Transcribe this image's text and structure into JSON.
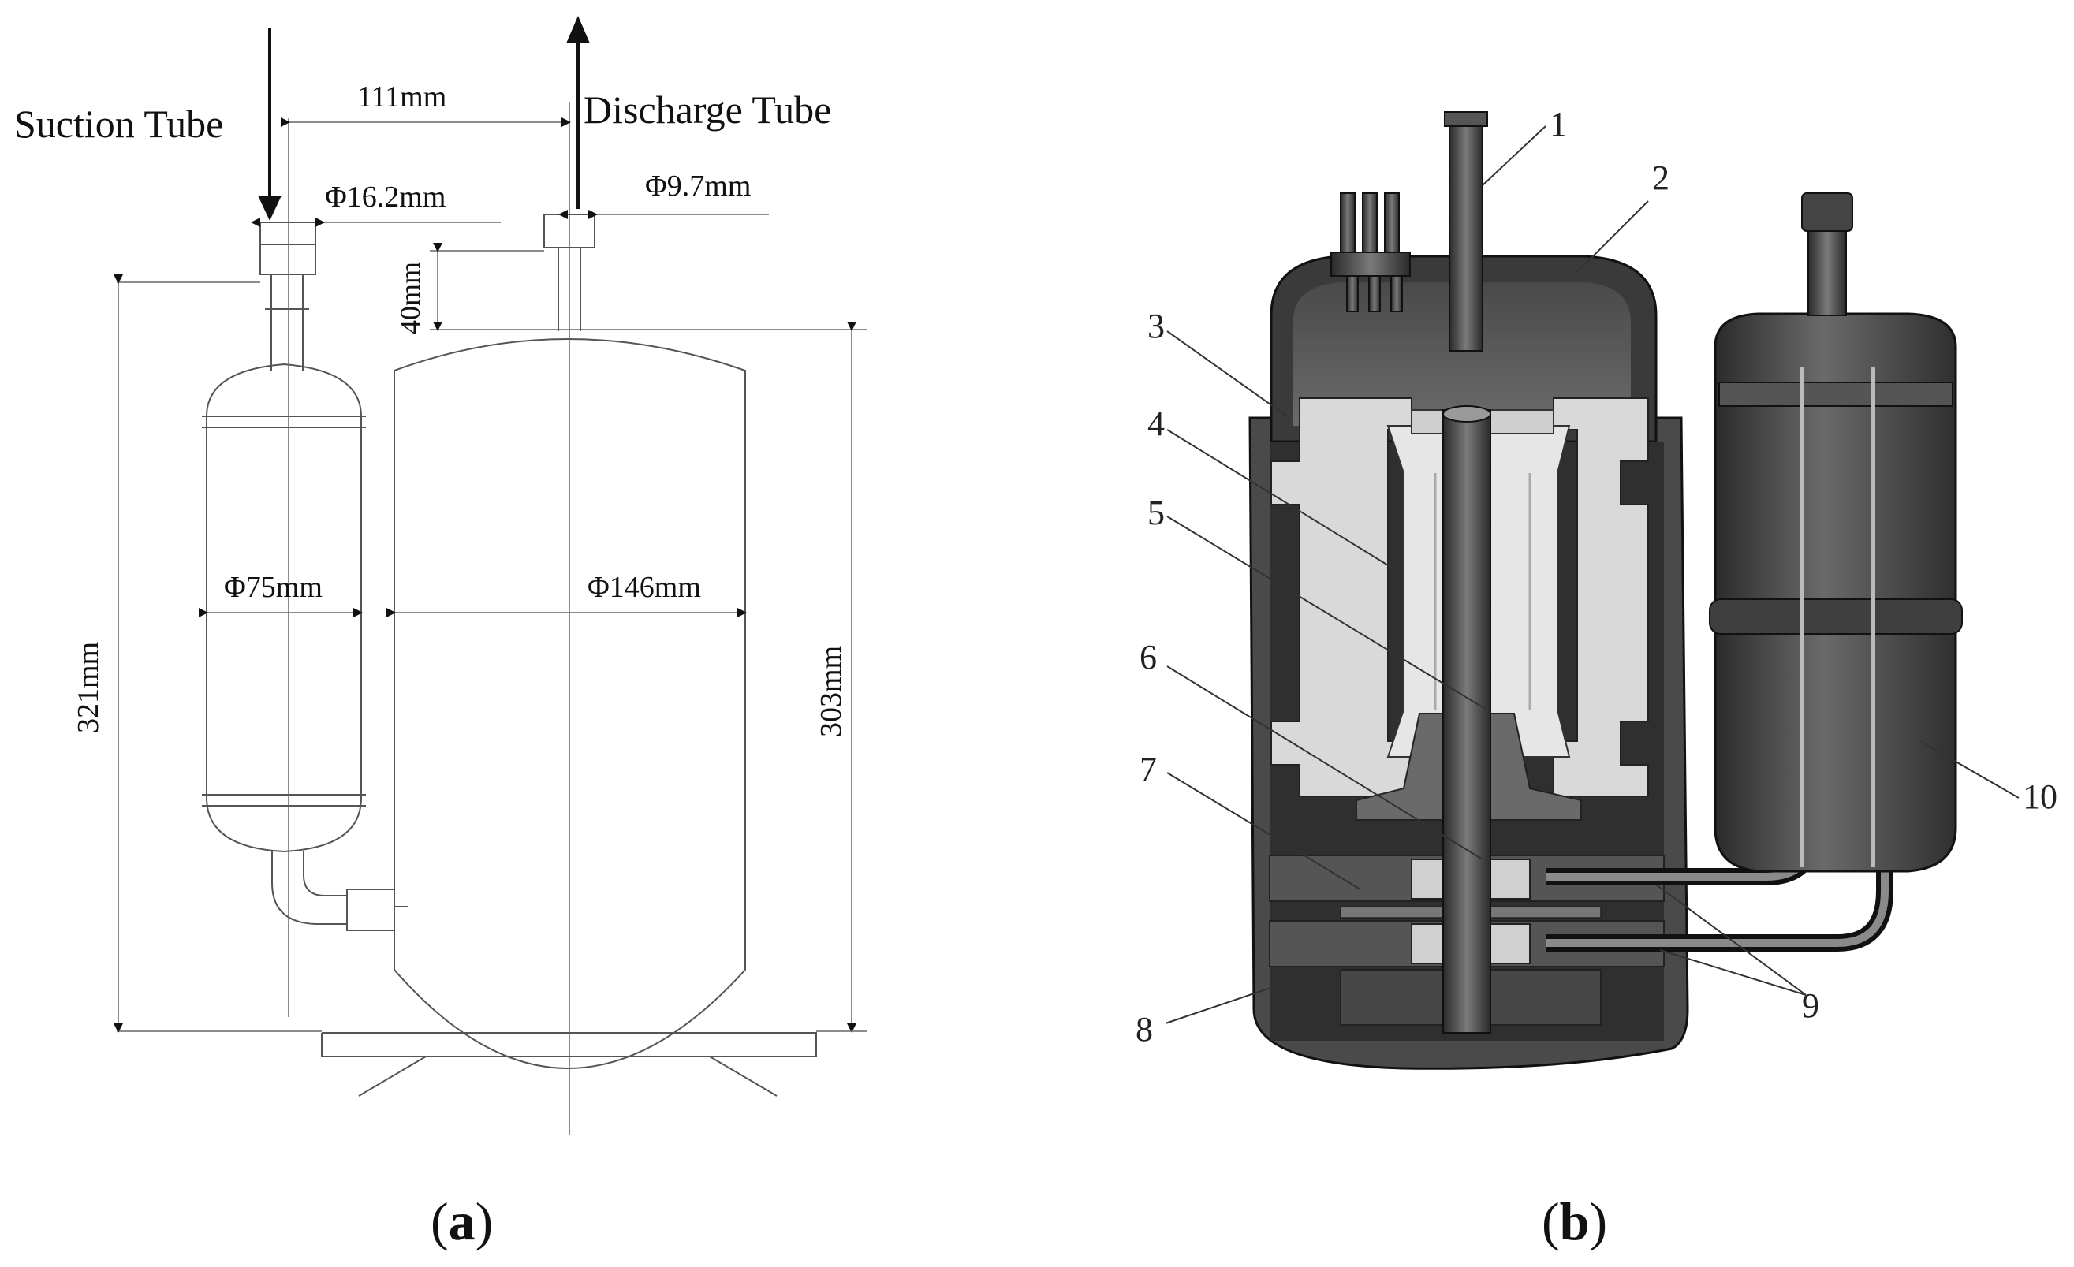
{
  "panel_a": {
    "caption_open": "(",
    "caption_letter": "a",
    "caption_close": ")",
    "labels": {
      "suction_tube": "Suction Tube",
      "discharge_tube": "Discharge Tube",
      "spacing": "111mm",
      "suction_diameter": "Φ16.2mm",
      "discharge_diameter": "Φ9.7mm",
      "discharge_height": "40mm",
      "accumulator_diameter": "Φ75mm",
      "shell_diameter": "Φ146mm",
      "total_height": "321mm",
      "shell_height": "303mm"
    }
  },
  "panel_b": {
    "caption_open": "(",
    "caption_letter": "b",
    "caption_close": ")",
    "callouts": [
      "1",
      "2",
      "3",
      "4",
      "5",
      "6",
      "7",
      "8",
      "9",
      "10"
    ]
  },
  "colors": {
    "line": "#555555",
    "dark_metal": "#3a3a3a",
    "mid_metal": "#5a5a5a",
    "light_part": "#d9d9d9",
    "outline": "#111111"
  }
}
